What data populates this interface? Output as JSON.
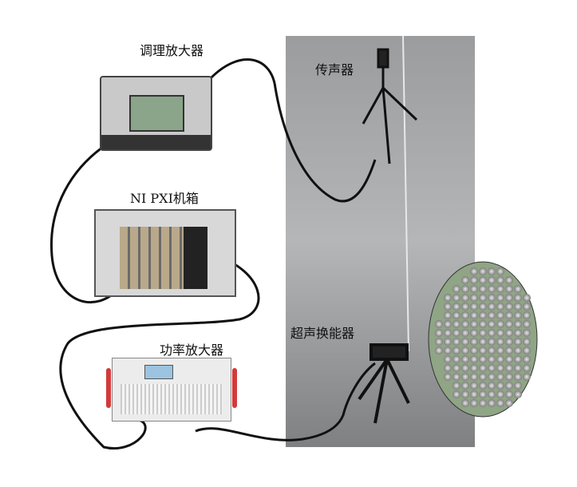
{
  "labels": {
    "conditioning_amp": "调理放大器",
    "microphone": "传声器",
    "pxi_chassis": "NI PXI机箱",
    "power_amp": "功率放大器",
    "transducer": "超声换能器"
  },
  "colors": {
    "room": "#8e9092",
    "cable": "#111111",
    "device": "#dcdcdc",
    "handle": "#d33a3a"
  }
}
